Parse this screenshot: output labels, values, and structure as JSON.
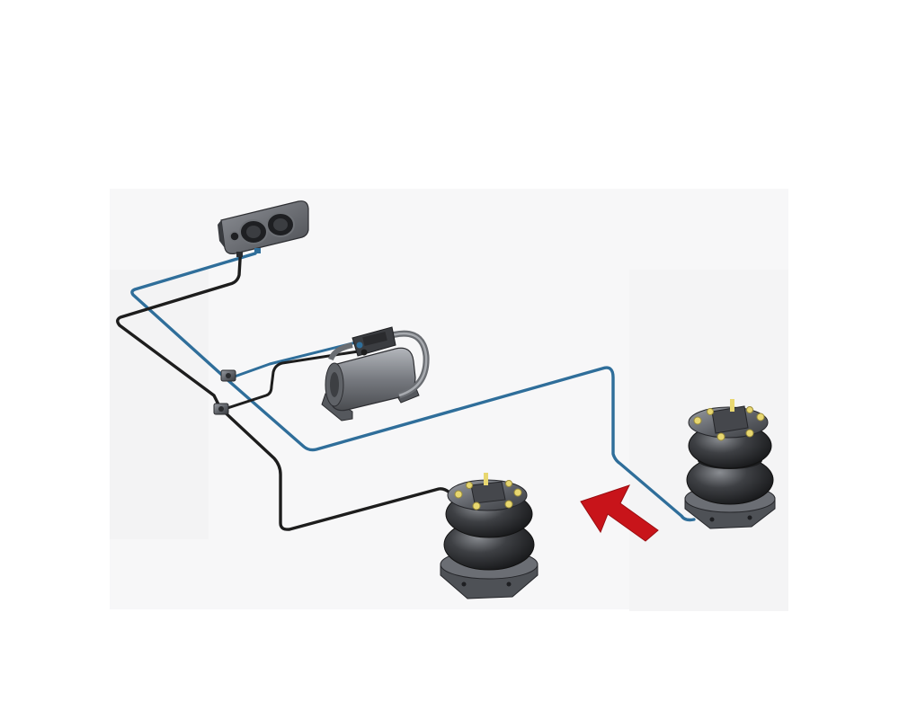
{
  "diagram": {
    "components": [
      {
        "id": "gauge-panel",
        "kind": "dual-gauge-control-panel",
        "gauges": 2
      },
      {
        "id": "compressor",
        "kind": "onboard-air-compressor"
      },
      {
        "id": "air-spring-left",
        "kind": "double-convoluted-air-spring"
      },
      {
        "id": "air-spring-right",
        "kind": "double-convoluted-air-spring"
      },
      {
        "id": "tee-upper",
        "kind": "tee-fitting"
      },
      {
        "id": "tee-lower",
        "kind": "tee-fitting"
      }
    ],
    "air_lines": [
      {
        "id": "blue-line",
        "color": "#2f6e9a",
        "connects": [
          "gauge-panel",
          "tee-upper",
          "air-spring-right"
        ]
      },
      {
        "id": "black-line",
        "color": "#1d1d1d",
        "connects": [
          "gauge-panel",
          "tee-lower",
          "air-spring-left"
        ]
      },
      {
        "id": "compressor-feed-blue",
        "color": "#2f6e9a",
        "connects": [
          "tee-upper",
          "compressor"
        ]
      },
      {
        "id": "compressor-feed-black",
        "color": "#1d1d1d",
        "connects": [
          "tee-lower",
          "compressor"
        ]
      }
    ],
    "indicator": {
      "kind": "arrow",
      "color": "#c8141a",
      "direction": "up-left"
    },
    "colors": {
      "backdrop": "#f7f7f8",
      "rubber": "#2b2c2f",
      "metal": "#5e6166",
      "bolt": "#e8d770"
    }
  }
}
